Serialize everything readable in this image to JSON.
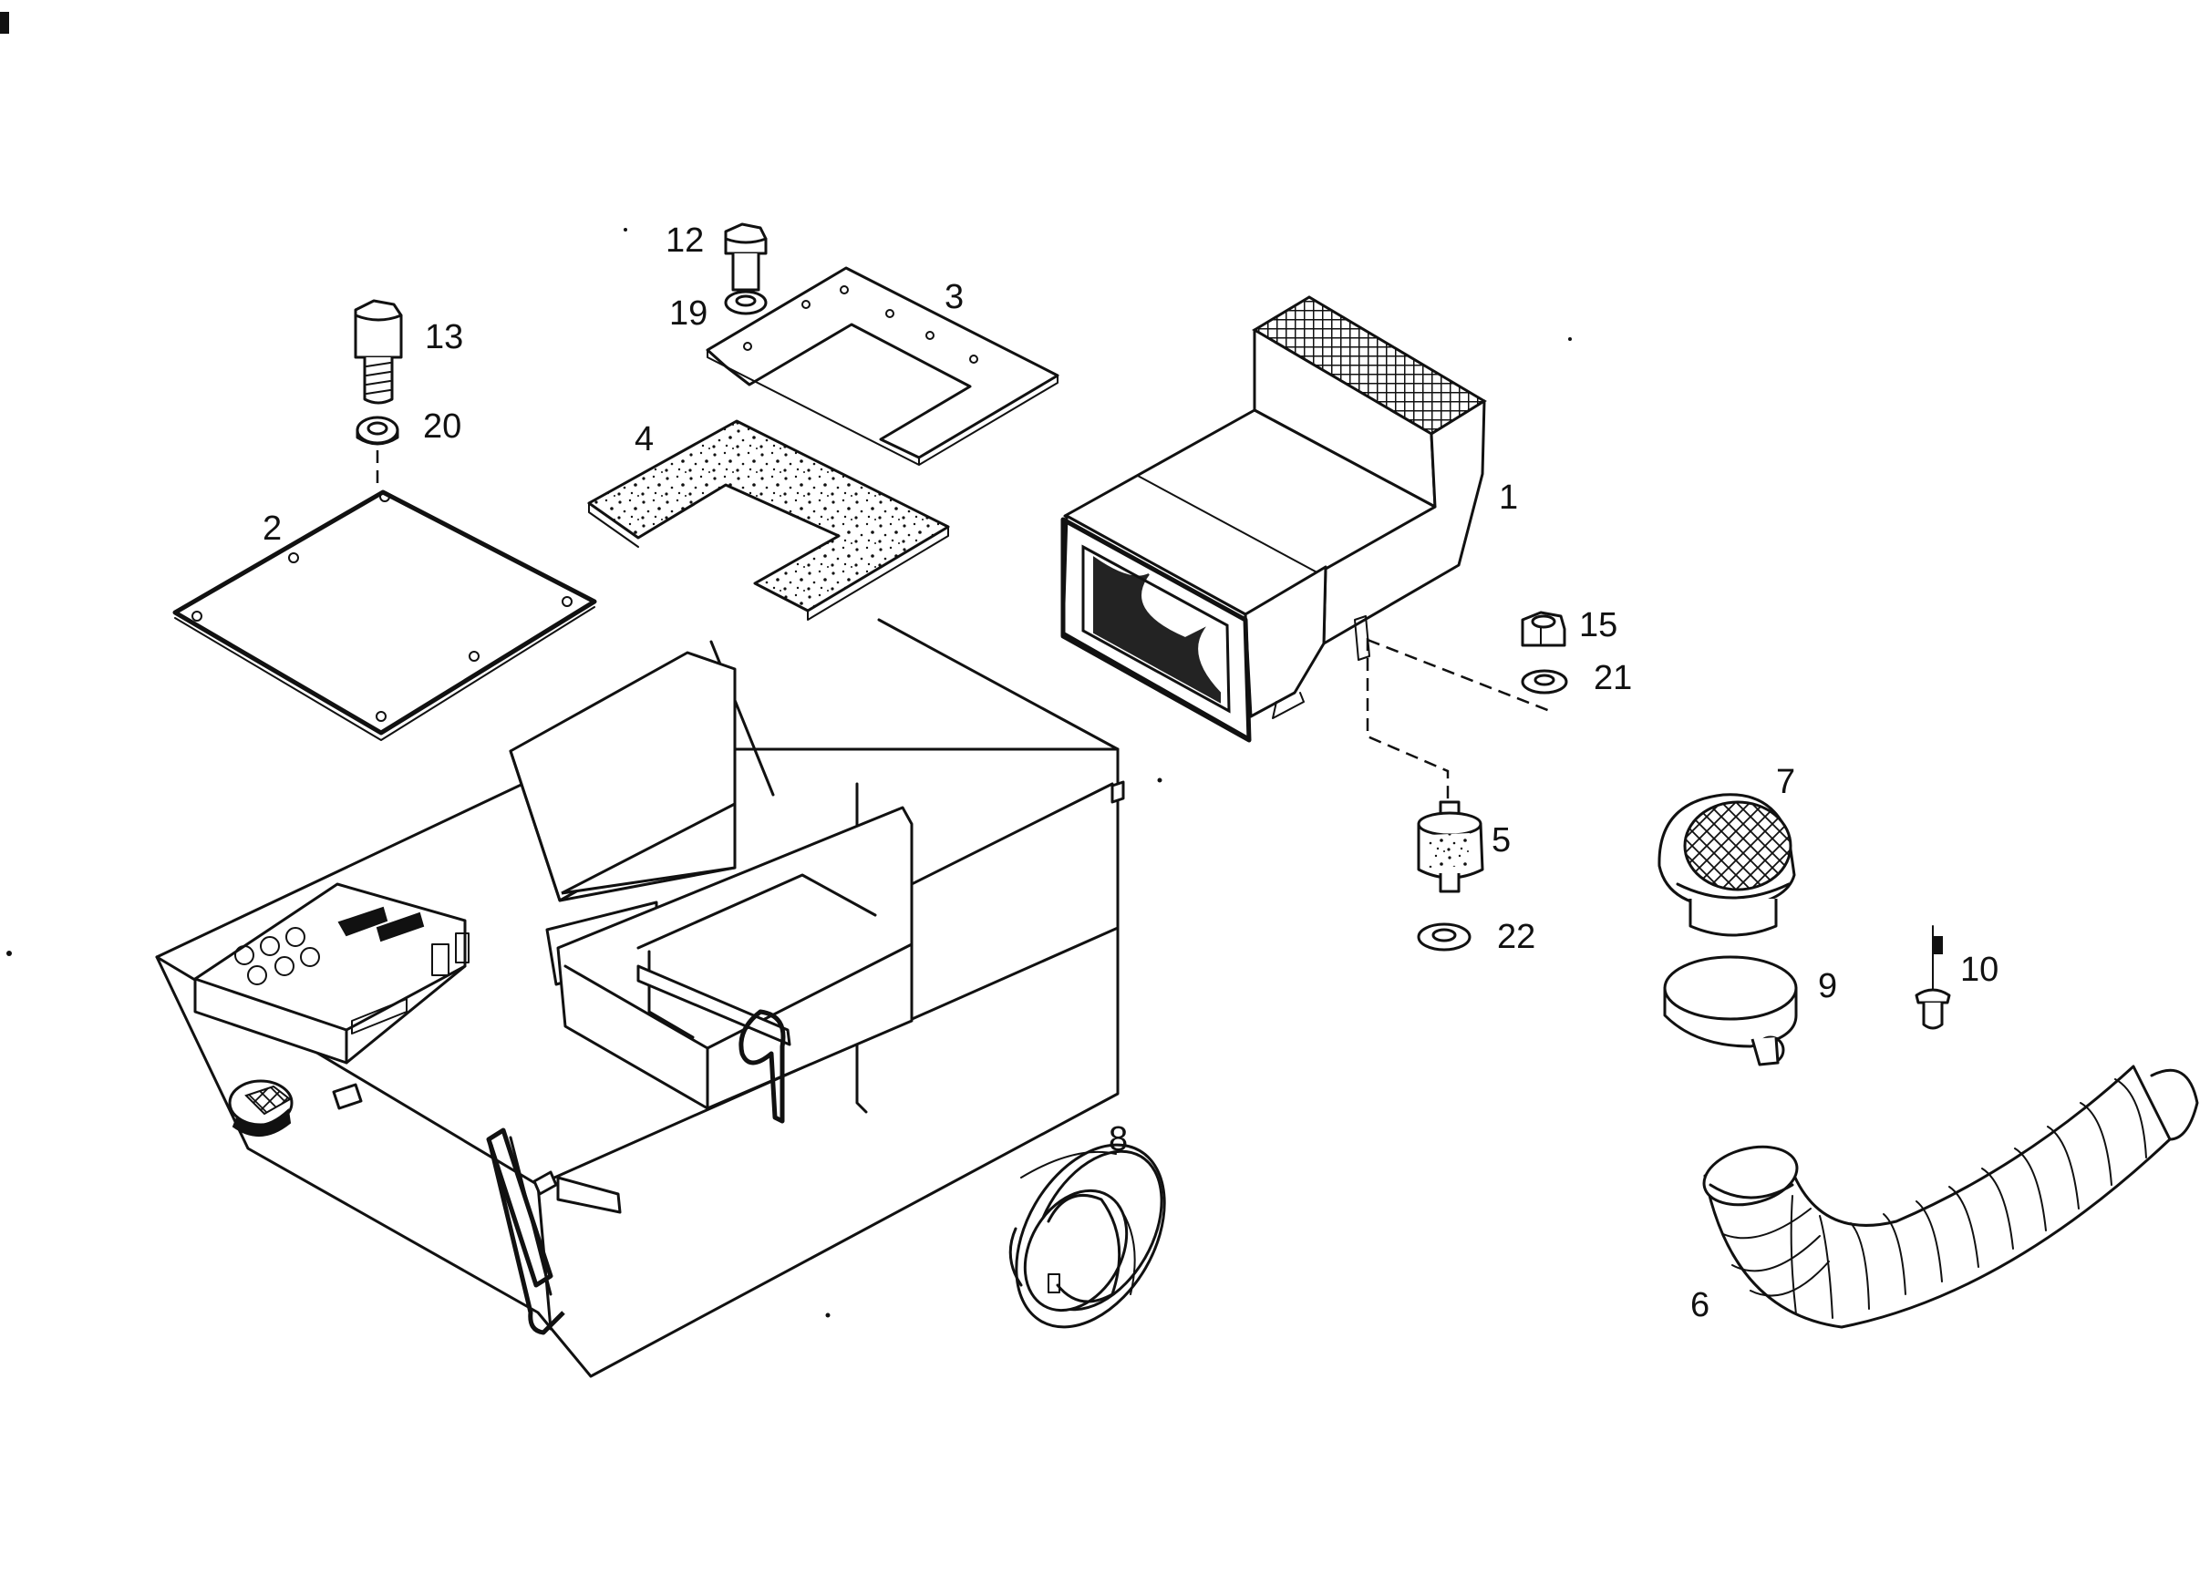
{
  "colors": {
    "ink": "#111111",
    "paper": "#ffffff"
  },
  "callouts": {
    "c1": "1",
    "c2": "2",
    "c3": "3",
    "c4": "4",
    "c5": "5",
    "c6": "6",
    "c7": "7",
    "c8": "8",
    "c9": "9",
    "c10": "10",
    "c12": "12",
    "c13": "13",
    "c15": "15",
    "c19": "19",
    "c20": "20",
    "c21": "21",
    "c22": "22"
  }
}
